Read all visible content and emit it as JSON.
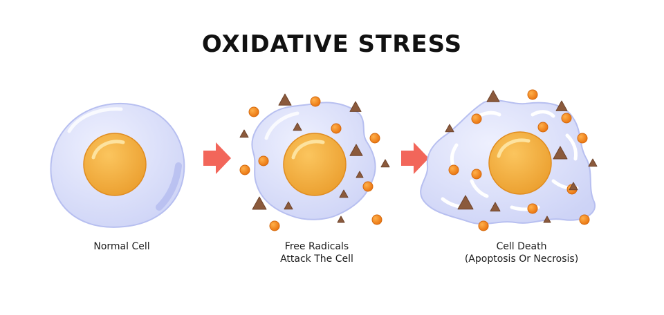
{
  "title": "OXIDATIVE STRESS",
  "stages": [
    {
      "caption_lines": [
        "Normal Cell"
      ]
    },
    {
      "caption_lines": [
        "Free Radicals",
        "Attack The Cell"
      ]
    },
    {
      "caption_lines": [
        "Cell Death",
        "(Apoptosis Or Necrosis)"
      ]
    }
  ],
  "colors": {
    "cell_membrane": "#c7cdf3",
    "cell_fill": "#dfe2fb",
    "nucleus": "#f6b545",
    "nucleus_dark": "#e6992a",
    "radical_orange": "#f28a1e",
    "radical_brown": "#8b5a3c",
    "arrow": "#f2665a"
  },
  "icons": [
    "arrow-right-icon",
    "free-radical-orange-icon",
    "free-radical-brown-icon"
  ]
}
